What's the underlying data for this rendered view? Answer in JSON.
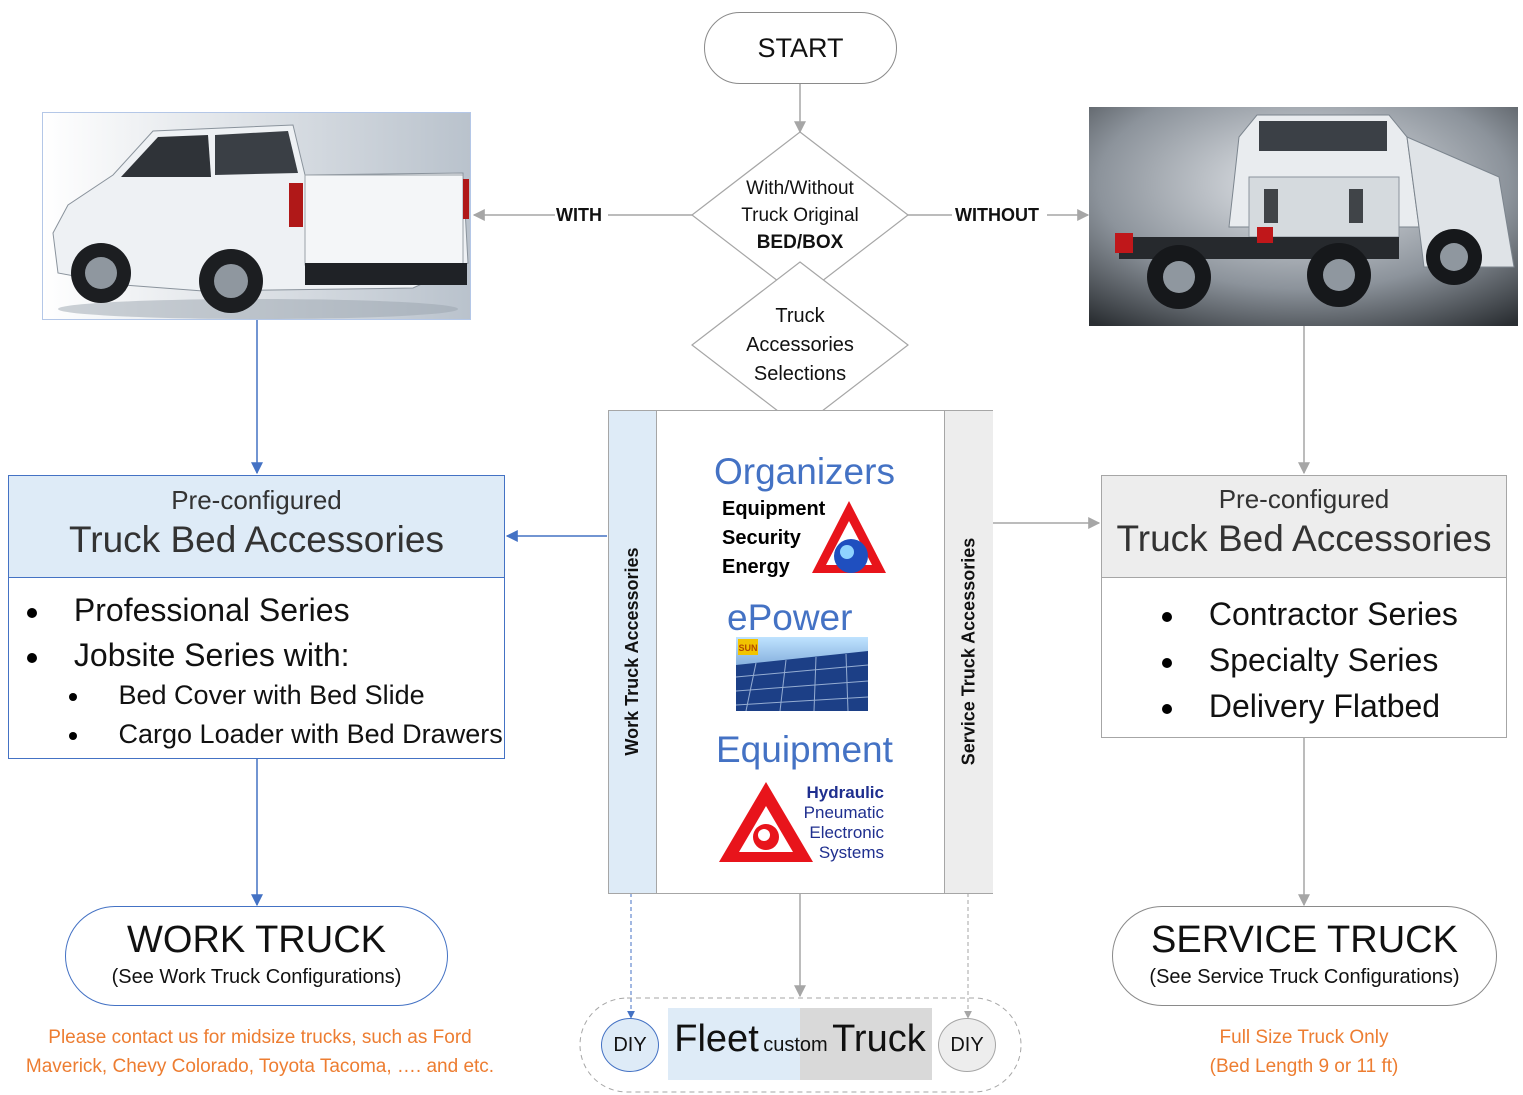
{
  "start_label": "START",
  "decision_bed": {
    "line1": "With/Without",
    "line2": "Truck Original",
    "line3": "BED/BOX"
  },
  "decision_accessories": {
    "line1": "Truck",
    "line2": "Accessories",
    "line3": "Selections"
  },
  "with_label": "WITH",
  "without_label": "WITHOUT",
  "left_panel": {
    "subtitle": "Pre-configured",
    "title": "Truck Bed Accessories",
    "items": [
      "Professional Series",
      "Jobsite Series with:"
    ],
    "subitems": [
      "Bed Cover with Bed Slide",
      "Cargo Loader with Bed Drawers"
    ]
  },
  "right_panel": {
    "subtitle": "Pre-configured",
    "title": "Truck Bed Accessories",
    "items": [
      "Contractor Series",
      "Specialty Series",
      "Delivery Flatbed"
    ]
  },
  "center_panel": {
    "left_tab": "Work Truck Accessories",
    "right_tab": "Service Truck Accessories",
    "organizers_heading": "Organizers",
    "organizers_lines": [
      "Equipment",
      "Security",
      "Energy"
    ],
    "epower_heading": "ePower",
    "sun_badge": "SUN",
    "equipment_heading": "Equipment",
    "equipment_lines": [
      "Hydraulic",
      "Pneumatic",
      "Electronic",
      "Systems"
    ]
  },
  "work_truck": {
    "title": "WORK TRUCK",
    "subtitle": "(See Work Truck Configurations)",
    "note_line1": "Please contact us for midsize trucks, such as Ford",
    "note_line2": "Maverick, Chevy Colorado, Toyota Tacoma, …. and etc."
  },
  "service_truck": {
    "title": "SERVICE TRUCK",
    "subtitle": "(See Service Truck Configurations)",
    "note_line1": "Full Size Truck Only",
    "note_line2": "(Bed Length 9 or 11 ft)"
  },
  "fleet": {
    "diy_left": "DIY",
    "fleet_word": "Fleet",
    "custom_word": "custom",
    "truck_word": "Truck",
    "diy_right": "DIY"
  },
  "colors": {
    "blue_accent": "#4472C4",
    "light_blue_fill": "#DEEBF7",
    "gray_fill": "#EDEDED",
    "orange_note": "#ED7D31",
    "heading_blue": "#4472C4",
    "navy_text": "#1F2F8F",
    "logo_red": "#E8141B"
  }
}
